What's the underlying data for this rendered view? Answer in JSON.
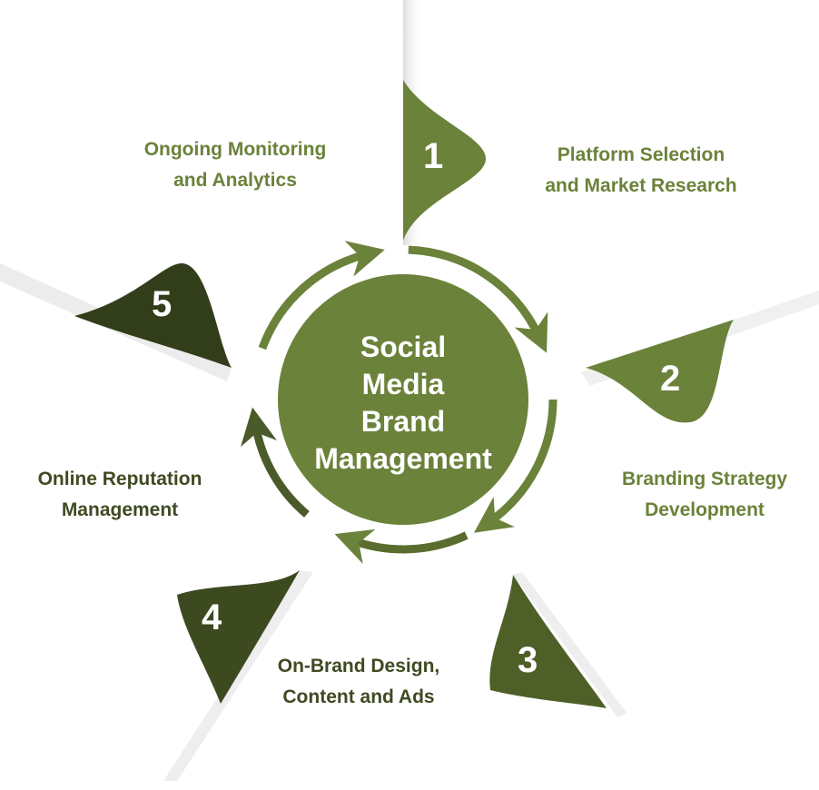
{
  "center_title": [
    "Social",
    "Media",
    "Brand",
    "Management"
  ],
  "steps": [
    {
      "number": "1",
      "label": [
        "Platform Selection",
        "and Market Research"
      ]
    },
    {
      "number": "2",
      "label": [
        "Branding Strategy",
        "Development"
      ]
    },
    {
      "number": "3",
      "label": [
        "On-Brand Design,",
        "Content and Ads"
      ]
    },
    {
      "number": "4",
      "label": [
        "Online Reputation",
        "Management"
      ]
    },
    {
      "number": "5",
      "label": [
        "Ongoing Monitoring",
        "and Analytics"
      ]
    }
  ],
  "colors": {
    "primary": "#6b823a",
    "dark": "#3d4a20",
    "shadow": "#e4e4e4"
  }
}
